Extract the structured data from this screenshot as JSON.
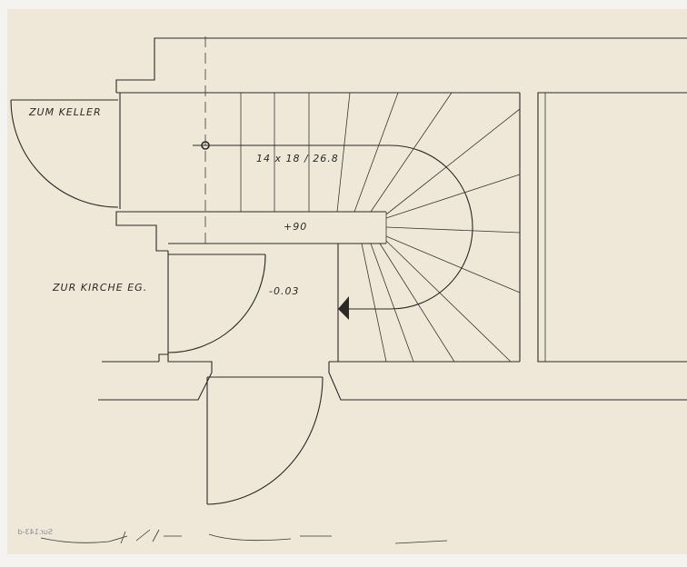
{
  "labels": {
    "cellar": "ZUM  KELLER",
    "church": "ZUR  KIRCHE  EG.",
    "stair_spec": "14  x 18 / 26.8",
    "landing_level": "+90",
    "floor_level": "-0.03"
  },
  "stamp": "Sur.143-d"
}
